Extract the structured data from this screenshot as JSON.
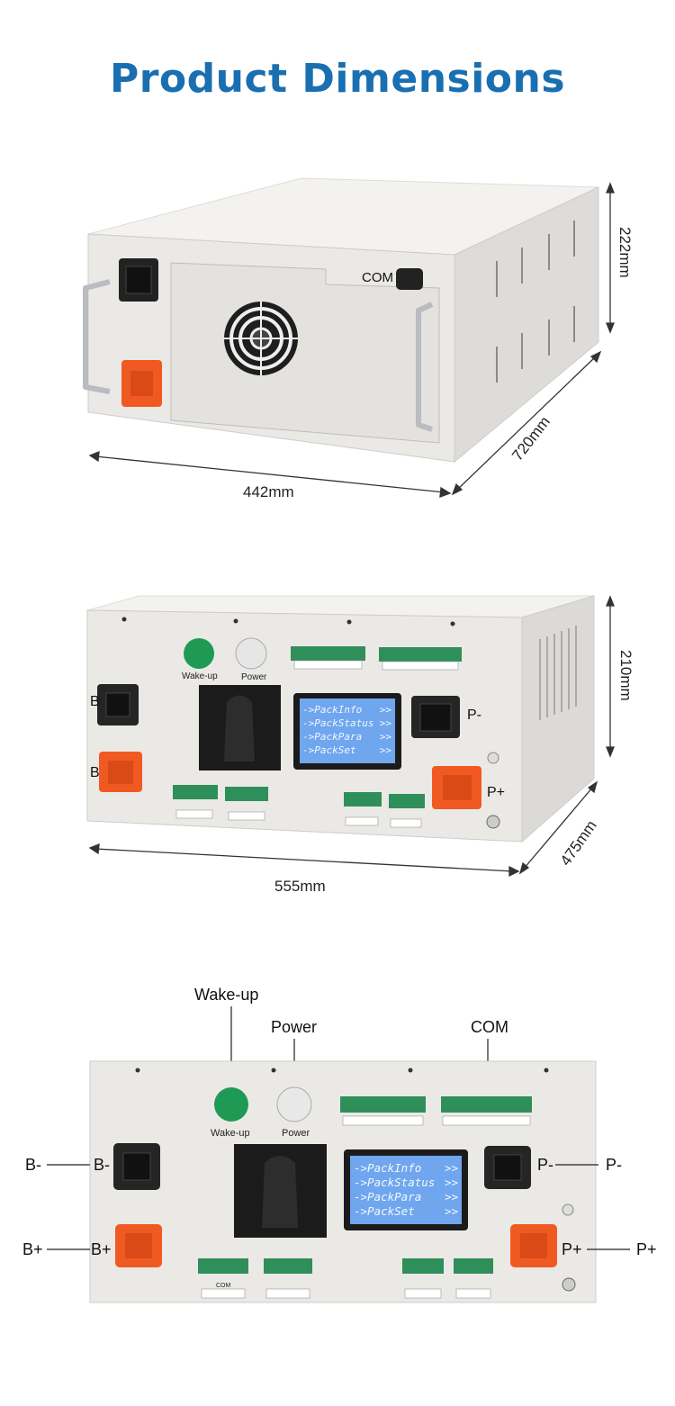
{
  "title": "Product Dimensions",
  "view1": {
    "com_label": "COM",
    "dim_height": "222mm",
    "dim_depth": "720mm",
    "dim_width": "442mm"
  },
  "view2": {
    "wakeup_label": "Wake-up",
    "power_label": "Power",
    "p_minus": "P-",
    "p_plus": "P+",
    "b_minus": "B",
    "b_plus": "B",
    "dim_height": "210mm",
    "dim_depth": "475mm",
    "dim_width": "555mm",
    "lcd_lines": [
      "->PackInfo",
      "->PackStatus",
      "->PackPara",
      "->PackSet"
    ],
    "lcd_arrows": ">>"
  },
  "view3": {
    "callout_wakeup": "Wake-up",
    "callout_power": "Power",
    "callout_com": "COM",
    "wakeup_label": "Wake-up",
    "power_label": "Power",
    "b_minus_out": "B-",
    "b_minus_in": "B-",
    "b_plus_out": "B+",
    "b_plus_in": "B+",
    "p_minus_in": "P-",
    "p_minus_out": "P-",
    "p_plus_in": "P+",
    "p_plus_out": "P+",
    "com_tag": "COM",
    "lcd_lines": [
      "->PackInfo",
      "->PackStatus",
      "->PackPara",
      "->PackSet"
    ],
    "lcd_arrows": ">>"
  },
  "colors": {
    "title": "#1a6fb0",
    "case": "#ecebe8",
    "orange": "#f05a22",
    "green_button": "#1f9a55",
    "terminal_green": "#2f8f5a",
    "lcd_blue": "#6fa6ee"
  }
}
